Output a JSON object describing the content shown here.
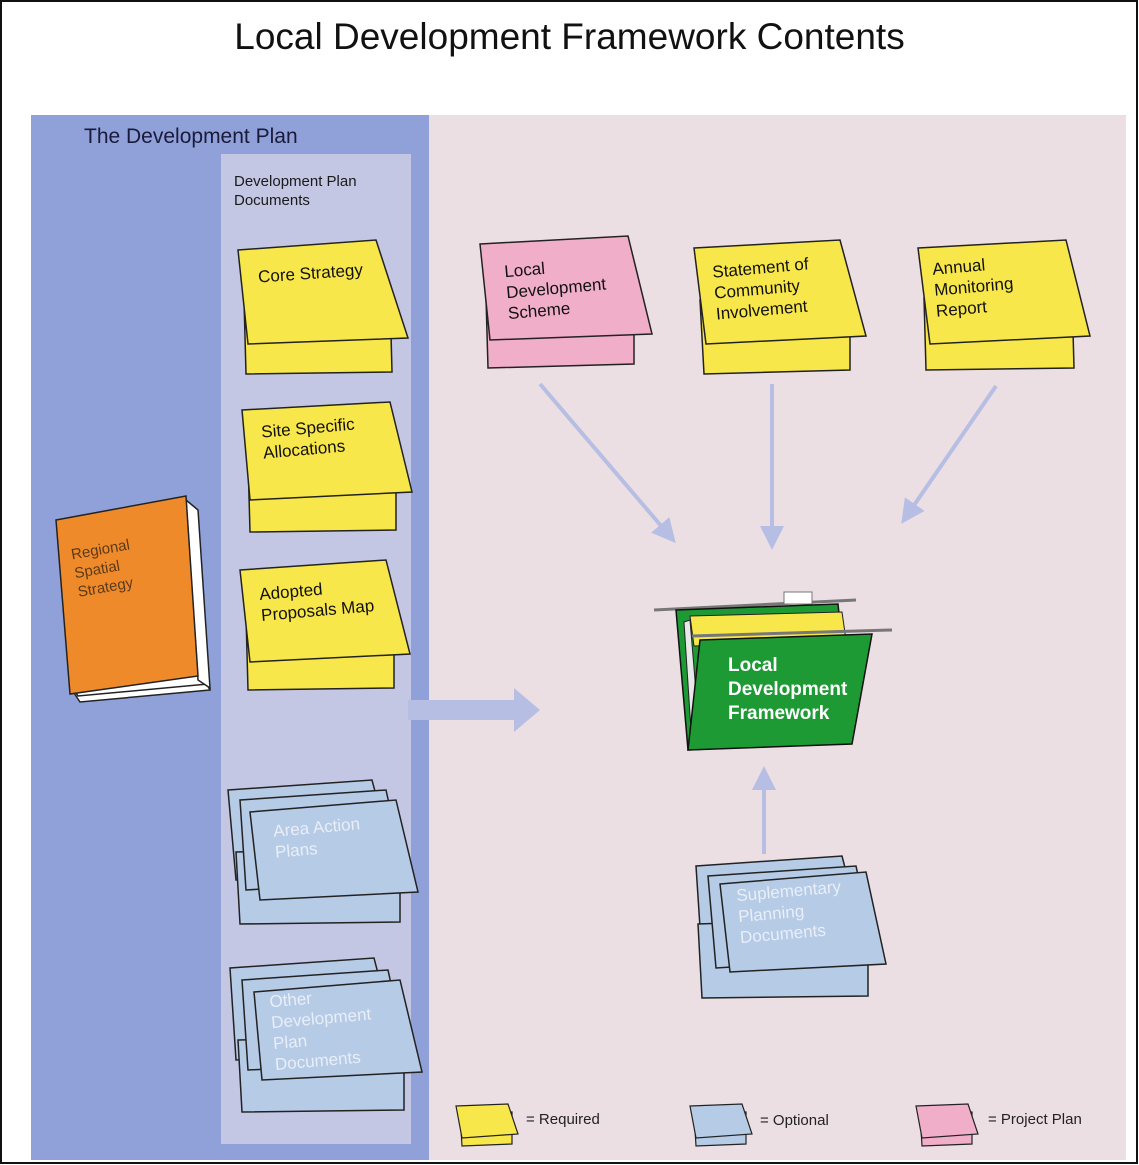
{
  "title": "Local Development Framework Contents",
  "development_plan": {
    "label": "The Development Plan",
    "dpd_group_label": "Development Plan Documents",
    "regional": "Regional Spatial Strategy",
    "documents": [
      {
        "label": "Core Strategy",
        "status": "required"
      },
      {
        "label": "Site Specific Allocations",
        "status": "required"
      },
      {
        "label": "Adopted Proposals Map",
        "status": "required"
      },
      {
        "label": "Area Action Plans",
        "status": "optional"
      },
      {
        "label": "Other Development Plan Documents",
        "status": "optional"
      }
    ]
  },
  "framework_inputs": [
    {
      "label": "Local Development Scheme",
      "status": "project-plan"
    },
    {
      "label": "Statement of Community Involvement",
      "status": "required"
    },
    {
      "label": "Annual Monitoring Report",
      "status": "required"
    }
  ],
  "framework": {
    "label": "Local Development Framework"
  },
  "supplementary": {
    "label": "Suplementary Planning Documents",
    "status": "optional"
  },
  "legend": [
    {
      "label": "= Required",
      "color": "#f8e74a"
    },
    {
      "label": "= Optional",
      "color": "#b6cbe6"
    },
    {
      "label": "= Project Plan",
      "color": "#f0aec8"
    }
  ],
  "colors": {
    "required": "#f8e74a",
    "optional": "#b6cbe6",
    "project_plan": "#f0aec8",
    "framework": "#1e9a35",
    "regional": "#ee8a2a",
    "arrow": "#b7bee3"
  }
}
